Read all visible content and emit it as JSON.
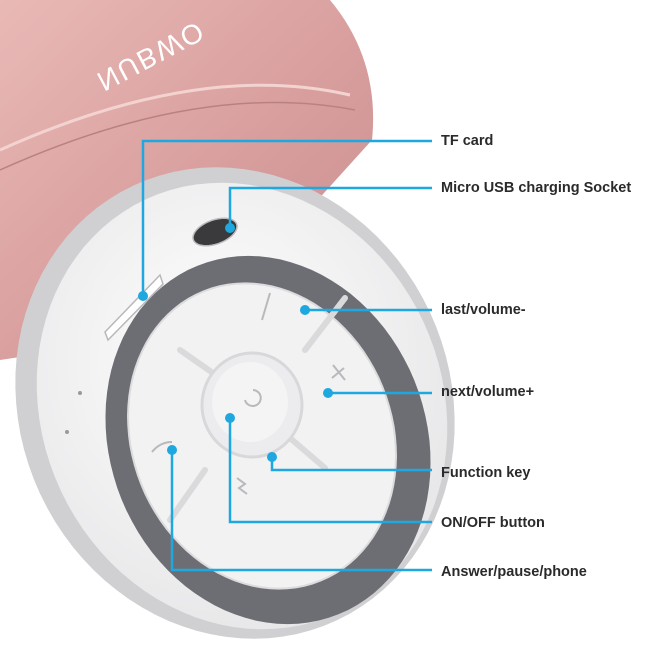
{
  "product": {
    "brand_logo": "NUBWO",
    "accent_color": "#1ea8df",
    "body_color": "#d9a3a3"
  },
  "callouts": [
    {
      "id": "tf-card",
      "label": "TF card"
    },
    {
      "id": "micro-usb",
      "label": "Micro USB charging Socket"
    },
    {
      "id": "last-volume-down",
      "label": "last/volume-"
    },
    {
      "id": "next-volume-up",
      "label": "next/volume+"
    },
    {
      "id": "function-key",
      "label": "Function key"
    },
    {
      "id": "on-off",
      "label": "ON/OFF button"
    },
    {
      "id": "answer-pause",
      "label": "Answer/pause/phone"
    }
  ]
}
